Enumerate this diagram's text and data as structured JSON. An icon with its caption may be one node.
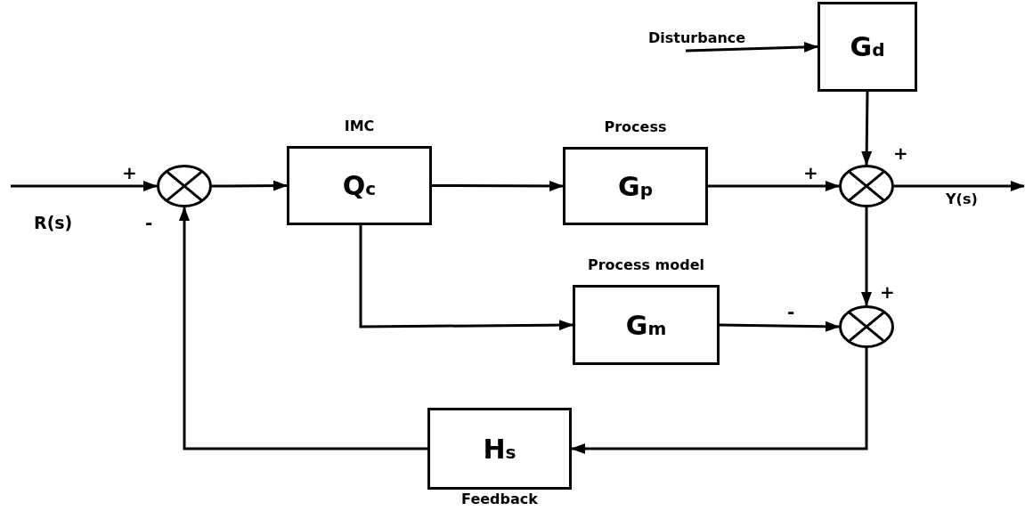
{
  "diagram": {
    "nodes": [
      {
        "text": [],
        "shape": "circle"
      },
      {
        "text": [
          "IMC",
          "Q$_{c}$"
        ]
      },
      {
        "text": [
          "Process",
          "G$_{p}$"
        ]
      },
      {
        "text": [
          "G$_{d}$"
        ]
      },
      {
        "text": [],
        "shape": "circle"
      },
      {
        "text": [
          "Process model",
          "G$_{m}$"
        ]
      },
      {
        "text": [],
        "shape": "circle"
      },
      {
        "text": [
          "H$_{s}$"
        ],
        "beside": [
          "Feedback"
        ]
      }
    ],
    "edges": [
      {
        "from": null,
        "to": 0,
        "arrow": "to"
      },
      {
        "from": 0,
        "to": 1,
        "arrow": "to"
      },
      {
        "from": 1,
        "to": 2,
        "arrow": "to"
      },
      {
        "from": 2,
        "to": 4,
        "arrow": "to"
      },
      {
        "from": null,
        "to": 3,
        "arrow": "to",
        "label": "Disturbance"
      },
      {
        "from": 3,
        "to": 4,
        "arrow": "to"
      },
      {
        "from": 4,
        "to": null,
        "arrow": "to",
        "label": "Y(s)"
      },
      {
        "from": 4,
        "to": 6,
        "arrow": "to"
      },
      {
        "from": 1,
        "to": 5,
        "arrow": "to"
      },
      {
        "from": 5,
        "to": 6,
        "arrow": "to"
      },
      {
        "from": 6,
        "to": 7,
        "arrow": "to"
      },
      {
        "from": 7,
        "to": 0,
        "arrow": "to"
      }
    ],
    "labels": [
      "+",
      "+",
      "+",
      "R(s)",
      "-",
      "+",
      "-"
    ]
  }
}
